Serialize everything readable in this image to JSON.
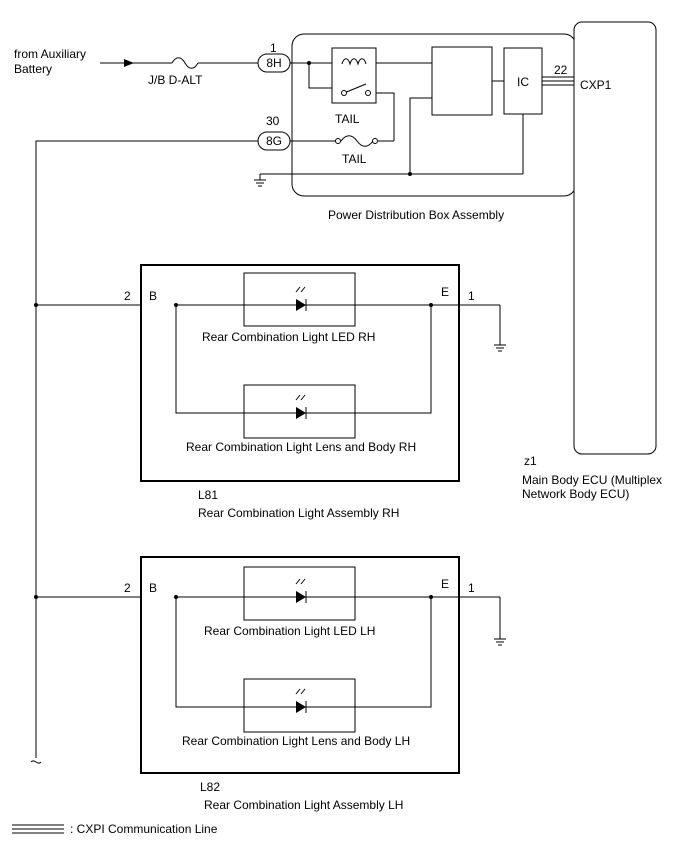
{
  "source": {
    "line1": "from Auxiliary",
    "line2": "Battery"
  },
  "fuse_dalt": "J/B D-ALT",
  "connector_8h": {
    "pin": "1",
    "label": "8H"
  },
  "connector_8g": {
    "pin": "30",
    "label": "8G"
  },
  "relay_label": "TAIL",
  "fuse_tail": "TAIL",
  "ic_label": "IC",
  "cxpi_pin": "22",
  "cxp1_label": "CXP1",
  "pdb_label": "Power Distribution Box Assembly",
  "ecu": {
    "code": "z1",
    "line1": "Main Body ECU (Multiplex",
    "line2": "Network Body ECU)"
  },
  "assembly_rh": {
    "code": "L81",
    "name": "Rear Combination Light Assembly RH",
    "pin_b": "2",
    "term_b": "B",
    "term_e": "E",
    "pin_e": "1",
    "led_label": "Rear Combination Light LED RH",
    "lens_label": "Rear Combination Light Lens and Body RH"
  },
  "assembly_lh": {
    "code": "L82",
    "name": "Rear Combination Light Assembly LH",
    "pin_b": "2",
    "term_b": "B",
    "term_e": "E",
    "pin_e": "1",
    "led_label": "Rear Combination Light LED LH",
    "lens_label": "Rear Combination Light Lens and Body LH"
  },
  "legend": {
    "text": ": CXPI Communication Line"
  }
}
